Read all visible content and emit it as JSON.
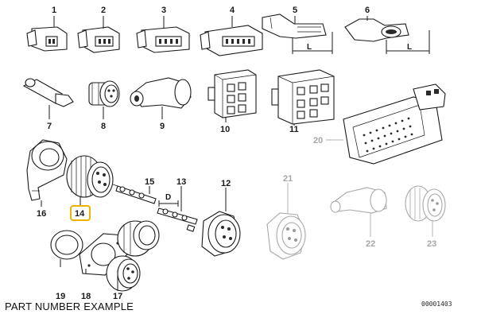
{
  "diagram": {
    "caption": "PART NUMBER EXAMPLE",
    "image_code": "00001403",
    "dimension_label_L": "L",
    "dimension_label_D": "D",
    "highlight_color": "#f2b300",
    "highlighted_callout": "14",
    "callouts": [
      {
        "id": "1",
        "label": "1"
      },
      {
        "id": "2",
        "label": "2"
      },
      {
        "id": "3",
        "label": "3"
      },
      {
        "id": "4",
        "label": "4"
      },
      {
        "id": "5",
        "label": "5"
      },
      {
        "id": "6",
        "label": "6"
      },
      {
        "id": "7",
        "label": "7"
      },
      {
        "id": "8",
        "label": "8"
      },
      {
        "id": "9",
        "label": "9"
      },
      {
        "id": "10",
        "label": "10"
      },
      {
        "id": "11",
        "label": "11"
      },
      {
        "id": "12",
        "label": "12"
      },
      {
        "id": "13",
        "label": "13"
      },
      {
        "id": "14",
        "label": "14"
      },
      {
        "id": "15",
        "label": "15"
      },
      {
        "id": "16",
        "label": "16"
      },
      {
        "id": "17",
        "label": "17"
      },
      {
        "id": "18",
        "label": "18"
      },
      {
        "id": "19",
        "label": "19"
      },
      {
        "id": "20",
        "label": "20"
      },
      {
        "id": "21",
        "label": "21"
      },
      {
        "id": "22",
        "label": "22"
      },
      {
        "id": "23",
        "label": "23"
      }
    ]
  }
}
